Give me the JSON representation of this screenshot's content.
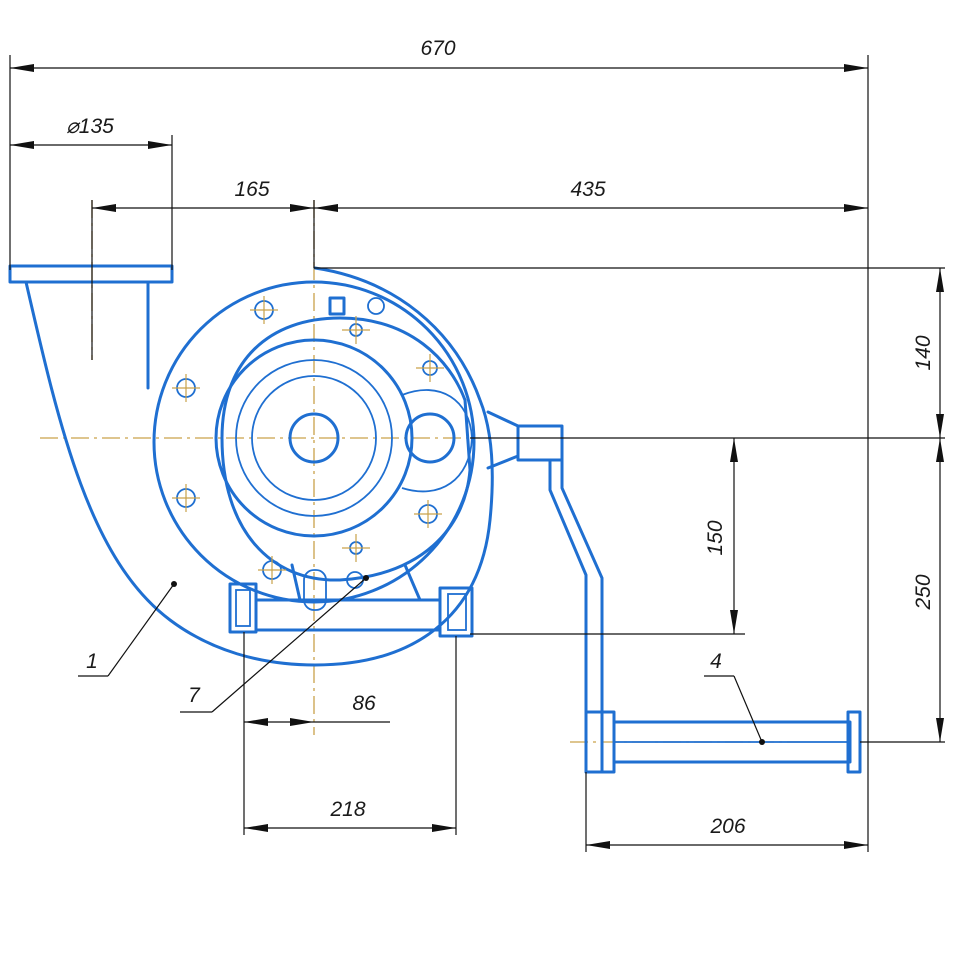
{
  "colors": {
    "outline": "#1f6fd1",
    "dimension": "#111111",
    "centerline": "#c9a24a",
    "background": "#ffffff"
  },
  "dimensions": {
    "overall_width": "670",
    "inlet_diameter": "⌀135",
    "inlet_offset": "165",
    "handle_reach": "435",
    "upper_height": "140",
    "crank_drop": "150",
    "lower_height": "250",
    "foot_offset": "86",
    "foot_span": "218",
    "handle_length": "206"
  },
  "callouts": {
    "casing": "1",
    "handle": "4",
    "foot": "7"
  }
}
